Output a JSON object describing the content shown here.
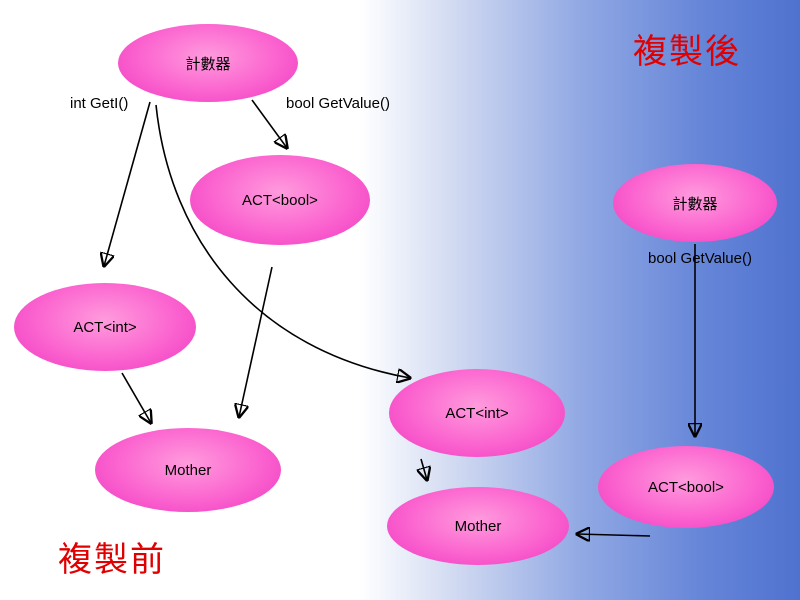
{
  "titles": {
    "before": "複製前",
    "after": "複製後"
  },
  "colors": {
    "title_red": "#e00000",
    "node_center": "#ff9bdd",
    "node_edge": "#ee38c0",
    "background_left": "#ffffff",
    "background_right": "#4f72cf",
    "arrow": "#000000"
  },
  "before_group": {
    "counter_label": "計數器",
    "geti_label": "int GetI()",
    "getvalue_label": "bool GetValue()",
    "act_bool_label": "ACT<bool>",
    "act_int_label": "ACT<int>",
    "mother_label": "Mother"
  },
  "after_group": {
    "counter_label": "計數器",
    "getvalue_label": "bool GetValue()",
    "act_int_label": "ACT<int>",
    "act_bool_label": "ACT<bool>",
    "mother_label": "Mother"
  },
  "edges": [
    {
      "from": "counter-before",
      "to": "act-int-before"
    },
    {
      "from": "counter-before",
      "to": "act-bool-before"
    },
    {
      "from": "counter-before",
      "to": "act-int-after"
    },
    {
      "from": "act-bool-before",
      "to": "mother-before"
    },
    {
      "from": "act-int-before",
      "to": "mother-before"
    },
    {
      "from": "counter-after",
      "to": "act-bool-after"
    },
    {
      "from": "act-int-after",
      "to": "mother-after"
    },
    {
      "from": "act-bool-after",
      "to": "mother-after"
    }
  ]
}
